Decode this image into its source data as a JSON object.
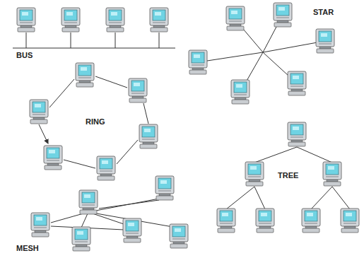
{
  "diagram": {
    "labels": [
      "BUS",
      "STAR",
      "RING",
      "TREE",
      "MESH"
    ]
  }
}
